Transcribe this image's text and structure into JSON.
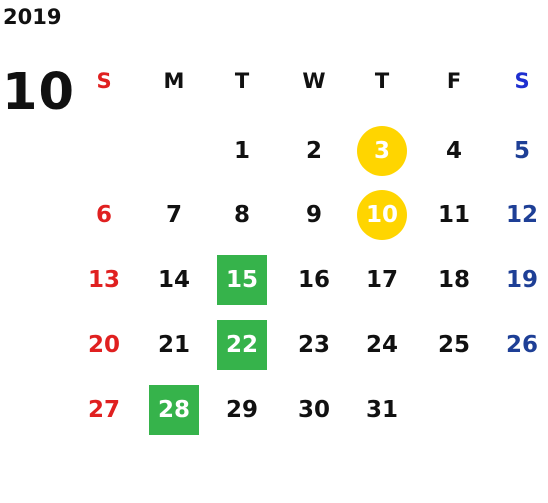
{
  "calendar": {
    "year": "2019",
    "month": "10",
    "weekdays": [
      "S",
      "M",
      "T",
      "W",
      "T",
      "F",
      "S"
    ],
    "weekday_colors": [
      "#e02020",
      "#111111",
      "#111111",
      "#111111",
      "#111111",
      "#111111",
      "#1e2fd0"
    ],
    "day_colors": [
      "#e02020",
      "#111111",
      "#111111",
      "#111111",
      "#111111",
      "#111111",
      "#1e3f96"
    ],
    "highlight_colors": {
      "circle": "#ffd500",
      "square": "#36b34b"
    },
    "weeks": [
      [
        {
          "day": ""
        },
        {
          "day": ""
        },
        {
          "day": "1"
        },
        {
          "day": "2"
        },
        {
          "day": "3",
          "mark": "circle"
        },
        {
          "day": "4"
        },
        {
          "day": "5"
        }
      ],
      [
        {
          "day": "6"
        },
        {
          "day": "7"
        },
        {
          "day": "8"
        },
        {
          "day": "9"
        },
        {
          "day": "10",
          "mark": "circle"
        },
        {
          "day": "11"
        },
        {
          "day": "12"
        }
      ],
      [
        {
          "day": "13"
        },
        {
          "day": "14"
        },
        {
          "day": "15",
          "mark": "square"
        },
        {
          "day": "16"
        },
        {
          "day": "17"
        },
        {
          "day": "18"
        },
        {
          "day": "19"
        }
      ],
      [
        {
          "day": "20"
        },
        {
          "day": "21"
        },
        {
          "day": "22",
          "mark": "square"
        },
        {
          "day": "23"
        },
        {
          "day": "24"
        },
        {
          "day": "25"
        },
        {
          "day": "26"
        }
      ],
      [
        {
          "day": "27"
        },
        {
          "day": "28",
          "mark": "square"
        },
        {
          "day": "29"
        },
        {
          "day": "30"
        },
        {
          "day": "31"
        },
        {
          "day": ""
        },
        {
          "day": ""
        }
      ]
    ]
  }
}
